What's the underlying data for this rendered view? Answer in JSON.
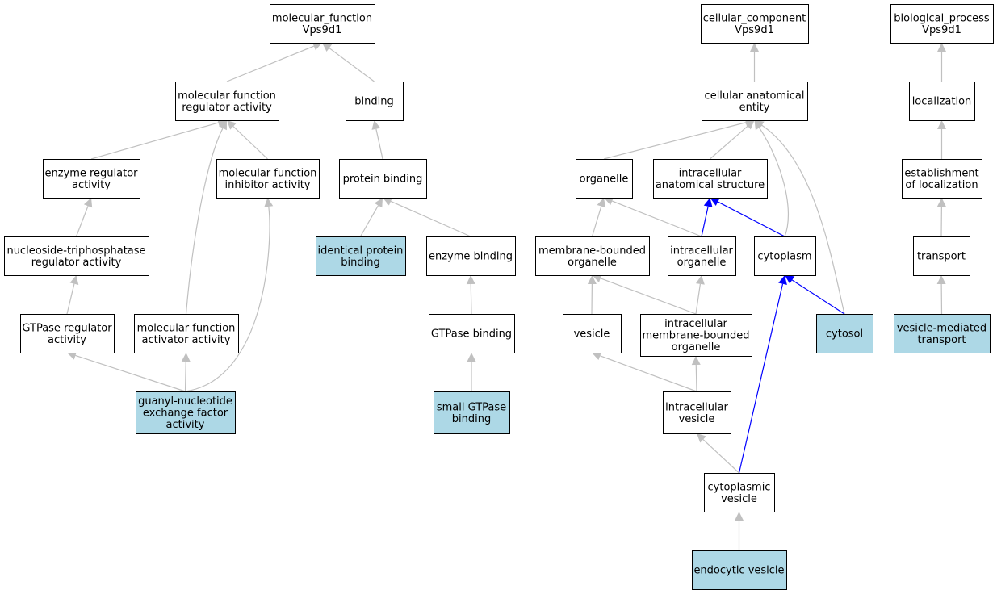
{
  "colors": {
    "node_fill": "#ffffff",
    "highlight_fill": "#add8e6",
    "edge_grey": "#c0c0c0",
    "edge_blue": "#0000ff"
  },
  "nodes": [
    {
      "id": "mf_root",
      "lines": [
        "molecular_function",
        "Vps9d1"
      ],
      "highlight": false
    },
    {
      "id": "cc_root",
      "lines": [
        "cellular_component",
        "Vps9d1"
      ],
      "highlight": false
    },
    {
      "id": "bp_root",
      "lines": [
        "biological_process",
        "Vps9d1"
      ],
      "highlight": false
    },
    {
      "id": "mf_regulator",
      "lines": [
        "molecular function",
        "regulator activity"
      ],
      "highlight": false
    },
    {
      "id": "binding",
      "lines": [
        "binding"
      ],
      "highlight": false
    },
    {
      "id": "cell_anat",
      "lines": [
        "cellular anatomical",
        "entity"
      ],
      "highlight": false
    },
    {
      "id": "localization",
      "lines": [
        "localization"
      ],
      "highlight": false
    },
    {
      "id": "enz_reg",
      "lines": [
        "enzyme regulator",
        "activity"
      ],
      "highlight": false
    },
    {
      "id": "mf_inhib",
      "lines": [
        "molecular function",
        "inhibitor activity"
      ],
      "highlight": false
    },
    {
      "id": "prot_bind",
      "lines": [
        "protein binding"
      ],
      "highlight": false
    },
    {
      "id": "organelle",
      "lines": [
        "organelle"
      ],
      "highlight": false
    },
    {
      "id": "intra_anat",
      "lines": [
        "intracellular",
        "anatomical structure"
      ],
      "highlight": false
    },
    {
      "id": "estab_loc",
      "lines": [
        "establishment",
        "of localization"
      ],
      "highlight": false
    },
    {
      "id": "ntp_reg",
      "lines": [
        "nucleoside-triphosphatase",
        "regulator activity"
      ],
      "highlight": false
    },
    {
      "id": "ident_prot",
      "lines": [
        "identical protein",
        "binding"
      ],
      "highlight": true
    },
    {
      "id": "enz_bind",
      "lines": [
        "enzyme binding"
      ],
      "highlight": false
    },
    {
      "id": "mem_org",
      "lines": [
        "membrane-bounded",
        "organelle"
      ],
      "highlight": false
    },
    {
      "id": "intra_org",
      "lines": [
        "intracellular",
        "organelle"
      ],
      "highlight": false
    },
    {
      "id": "cytoplasm",
      "lines": [
        "cytoplasm"
      ],
      "highlight": false
    },
    {
      "id": "transport",
      "lines": [
        "transport"
      ],
      "highlight": false
    },
    {
      "id": "gtpase_reg",
      "lines": [
        "GTPase regulator",
        "activity"
      ],
      "highlight": false
    },
    {
      "id": "mf_activ",
      "lines": [
        "molecular function",
        "activator activity"
      ],
      "highlight": false
    },
    {
      "id": "gtpase_bind",
      "lines": [
        "GTPase binding"
      ],
      "highlight": false
    },
    {
      "id": "vesicle",
      "lines": [
        "vesicle"
      ],
      "highlight": false
    },
    {
      "id": "intra_mem_org",
      "lines": [
        "intracellular",
        "membrane-bounded",
        "organelle"
      ],
      "highlight": false
    },
    {
      "id": "cytosol",
      "lines": [
        "cytosol"
      ],
      "highlight": true
    },
    {
      "id": "ves_transport",
      "lines": [
        "vesicle-mediated",
        "transport"
      ],
      "highlight": true
    },
    {
      "id": "gnef",
      "lines": [
        "guanyl-nucleotide",
        "exchange factor",
        "activity"
      ],
      "highlight": true
    },
    {
      "id": "small_gtpase",
      "lines": [
        "small GTPase",
        "binding"
      ],
      "highlight": true
    },
    {
      "id": "intra_ves",
      "lines": [
        "intracellular",
        "vesicle"
      ],
      "highlight": false
    },
    {
      "id": "cyto_ves",
      "lines": [
        "cytoplasmic",
        "vesicle"
      ],
      "highlight": false
    },
    {
      "id": "endo_ves",
      "lines": [
        "endocytic vesicle"
      ],
      "highlight": true
    }
  ],
  "edges": [
    {
      "from": "mf_regulator",
      "to": "mf_root",
      "blue": false
    },
    {
      "from": "binding",
      "to": "mf_root",
      "blue": false
    },
    {
      "from": "enz_reg",
      "to": "mf_regulator",
      "blue": false
    },
    {
      "from": "mf_inhib",
      "to": "mf_regulator",
      "blue": false
    },
    {
      "from": "mf_activ",
      "to": "mf_regulator",
      "blue": false
    },
    {
      "from": "ntp_reg",
      "to": "enz_reg",
      "blue": false
    },
    {
      "from": "gtpase_reg",
      "to": "ntp_reg",
      "blue": false
    },
    {
      "from": "gnef",
      "to": "gtpase_reg",
      "blue": false
    },
    {
      "from": "gnef",
      "to": "mf_activ",
      "blue": false
    },
    {
      "from": "gnef",
      "to": "mf_inhib",
      "blue": false
    },
    {
      "from": "prot_bind",
      "to": "binding",
      "blue": false
    },
    {
      "from": "ident_prot",
      "to": "prot_bind",
      "blue": false
    },
    {
      "from": "enz_bind",
      "to": "prot_bind",
      "blue": false
    },
    {
      "from": "gtpase_bind",
      "to": "enz_bind",
      "blue": false
    },
    {
      "from": "small_gtpase",
      "to": "gtpase_bind",
      "blue": false
    },
    {
      "from": "cell_anat",
      "to": "cc_root",
      "blue": false
    },
    {
      "from": "organelle",
      "to": "cell_anat",
      "blue": false
    },
    {
      "from": "intra_anat",
      "to": "cell_anat",
      "blue": false
    },
    {
      "from": "cytoplasm",
      "to": "cell_anat",
      "blue": false
    },
    {
      "from": "cytosol",
      "to": "cell_anat",
      "blue": false
    },
    {
      "from": "mem_org",
      "to": "organelle",
      "blue": false
    },
    {
      "from": "intra_org",
      "to": "organelle",
      "blue": false
    },
    {
      "from": "intra_org",
      "to": "intra_anat",
      "blue": true
    },
    {
      "from": "cytoplasm",
      "to": "intra_anat",
      "blue": true
    },
    {
      "from": "vesicle",
      "to": "mem_org",
      "blue": false
    },
    {
      "from": "intra_mem_org",
      "to": "mem_org",
      "blue": false
    },
    {
      "from": "intra_mem_org",
      "to": "intra_org",
      "blue": false
    },
    {
      "from": "cytosol",
      "to": "cytoplasm",
      "blue": true
    },
    {
      "from": "intra_ves",
      "to": "vesicle",
      "blue": false
    },
    {
      "from": "intra_ves",
      "to": "intra_mem_org",
      "blue": false
    },
    {
      "from": "cyto_ves",
      "to": "intra_ves",
      "blue": false
    },
    {
      "from": "cyto_ves",
      "to": "cytoplasm",
      "blue": true
    },
    {
      "from": "endo_ves",
      "to": "cyto_ves",
      "blue": false
    },
    {
      "from": "localization",
      "to": "bp_root",
      "blue": false
    },
    {
      "from": "estab_loc",
      "to": "localization",
      "blue": false
    },
    {
      "from": "transport",
      "to": "estab_loc",
      "blue": false
    },
    {
      "from": "ves_transport",
      "to": "transport",
      "blue": false
    }
  ]
}
